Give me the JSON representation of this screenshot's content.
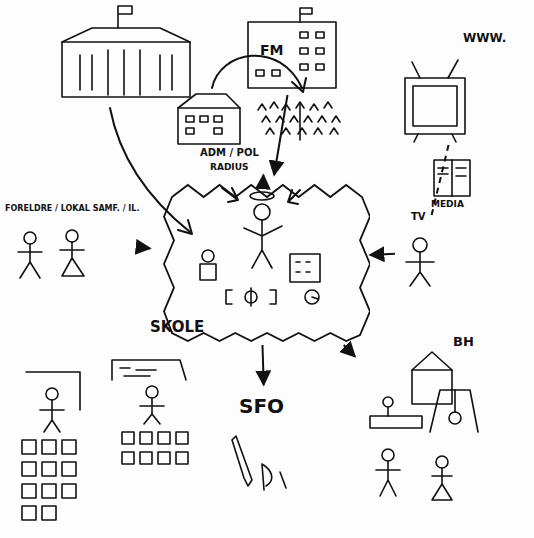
{
  "diagram": {
    "nodes": [
      {
        "text": [
          "ADM / POL",
          "RADIUS"
        ]
      },
      {
        "text": [
          "FM"
        ]
      },
      {
        "text": [
          "WWW."
        ]
      },
      {
        "text": [
          "MEDIA"
        ]
      },
      {
        "text": [
          "FORELDRE / LOKAL SAMF. / IL."
        ]
      },
      {
        "text": [
          "TV"
        ]
      },
      {
        "text": [
          "SKOLE"
        ]
      },
      {
        "text": [
          "SFO"
        ]
      },
      {
        "text": [
          "BH"
        ]
      }
    ],
    "edges": [
      {
        "from": 0,
        "to": 6,
        "arrow": "to"
      },
      {
        "from": 1,
        "to": 6,
        "arrow": "to"
      },
      {
        "from": 4,
        "to": 6,
        "arrow": "to"
      },
      {
        "from": 5,
        "to": 6,
        "arrow": "to"
      },
      {
        "from": 2,
        "to": 5,
        "arrow": "none"
      },
      {
        "from": 6,
        "to": 7,
        "arrow": "to"
      },
      {
        "from": 6,
        "to": 8,
        "arrow": "to"
      }
    ]
  }
}
